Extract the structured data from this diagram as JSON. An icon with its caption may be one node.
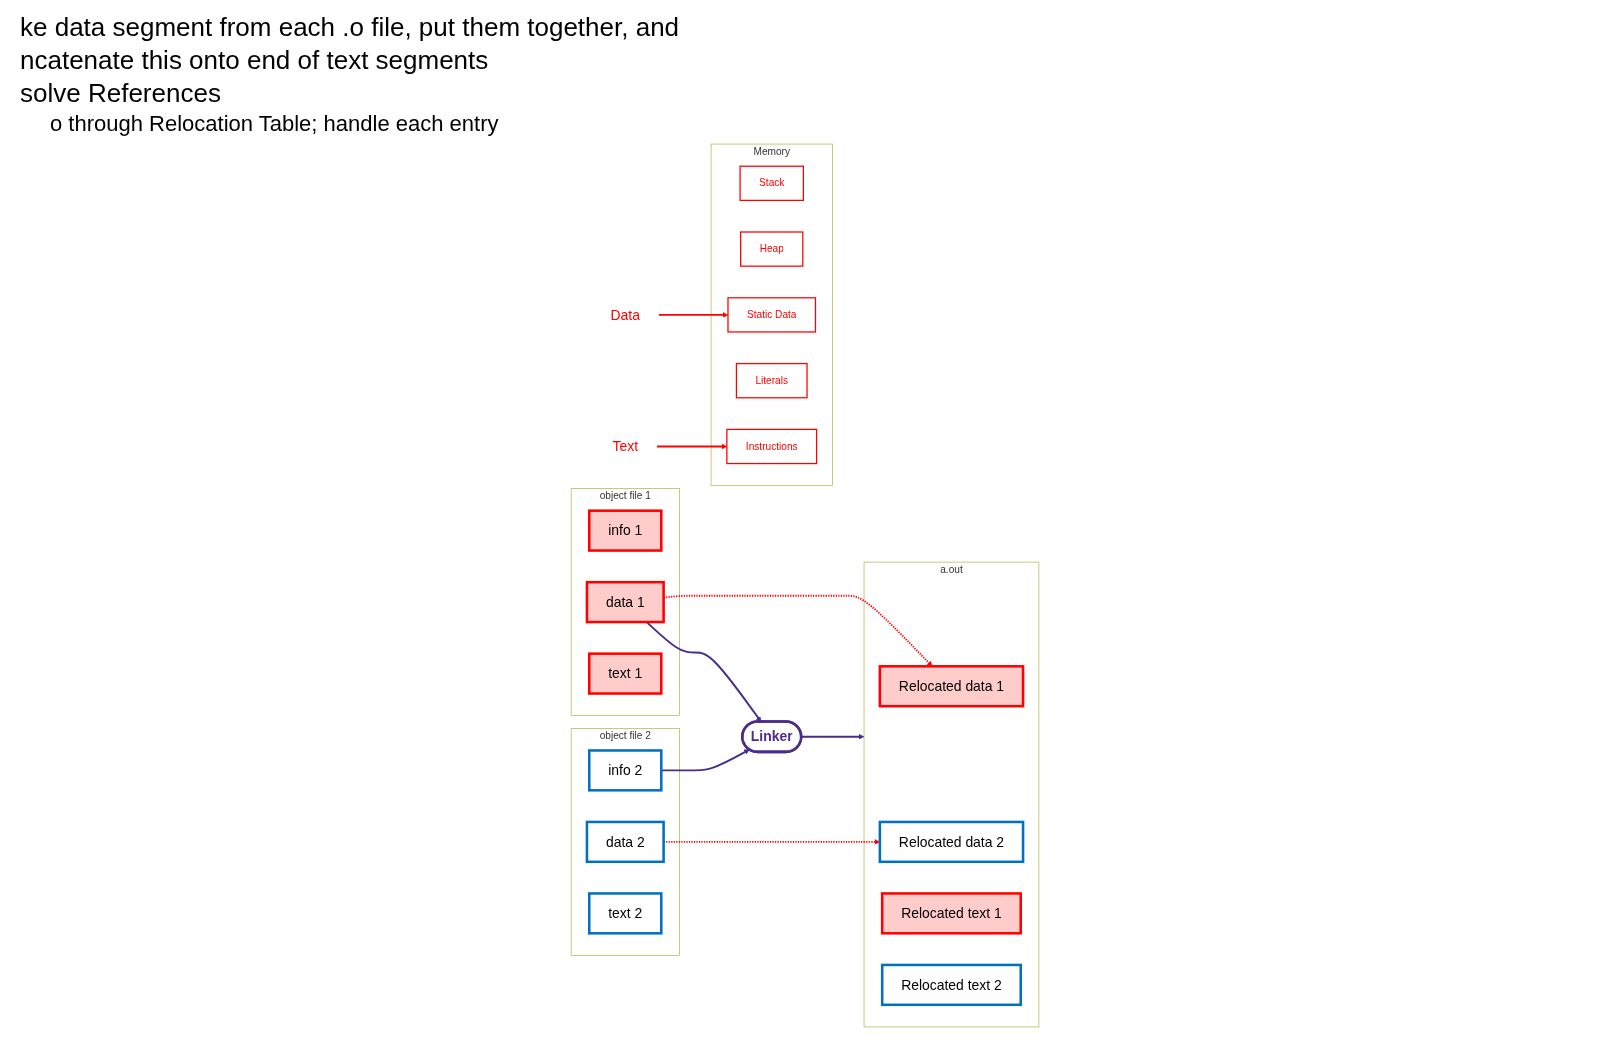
{
  "diagram": {
    "nodes": [
      {
        "text": [
          "object file 1"
        ]
      },
      {
        "text": [
          "info 1"
        ],
        "in": 0
      },
      {
        "text": [
          "data 1"
        ],
        "in": 0
      },
      {
        "text": [
          "text 1"
        ],
        "in": 0
      },
      {
        "text": [
          "object file 2"
        ]
      },
      {
        "text": [
          "info 2"
        ],
        "in": 4
      },
      {
        "text": [
          "data 2"
        ],
        "in": 4
      },
      {
        "text": [
          "text 2"
        ],
        "in": 4
      },
      {
        "text": [
          "Linker"
        ]
      },
      {
        "text": [
          "a.out"
        ]
      },
      {
        "text": [
          "Relocated data 1"
        ],
        "in": 9
      },
      {
        "text": [
          "Relocated data 2"
        ],
        "in": 9
      },
      {
        "text": [
          "Relocated text 1"
        ],
        "in": 9
      },
      {
        "text": [
          "Relocated text 2"
        ],
        "in": 9
      },
      {
        "text": [
          "Memory"
        ]
      },
      {
        "text": [
          "Stack"
        ],
        "in": 14
      },
      {
        "text": [
          "Heap"
        ],
        "in": 14
      },
      {
        "text": [
          "Static Data"
        ],
        "in": 14
      },
      {
        "text": [
          "Literals"
        ],
        "in": 14
      },
      {
        "text": [
          "Instructions"
        ],
        "in": 14
      },
      {
        "text": [
          "Data"
        ]
      },
      {
        "text": [
          "Text"
        ]
      }
    ],
    "edges": [
      {
        "from": 2,
        "to": 8,
        "arrow": "to",
        "color": "#4b2c8a"
      },
      {
        "from": 5,
        "to": 8,
        "arrow": "to",
        "color": "#4b2c8a"
      },
      {
        "from": 8,
        "to": 9,
        "arrow": "to",
        "color": "#4b2c8a"
      },
      {
        "from": 2,
        "to": 10,
        "arrow": "to",
        "style": "dashed"
      },
      {
        "from": 6,
        "to": 11,
        "arrow": "to",
        "style": "dashed"
      },
      {
        "from": 20,
        "to": 17,
        "arrow": "to"
      },
      {
        "from": 21,
        "to": 19,
        "arrow": "to"
      }
    ],
    "labels": [
      "ke data segment from each .o file, put them together, and",
      "ncatenate this onto end of text segments",
      "solve References",
      "o through Relocation Table; handle each entry"
    ]
  }
}
